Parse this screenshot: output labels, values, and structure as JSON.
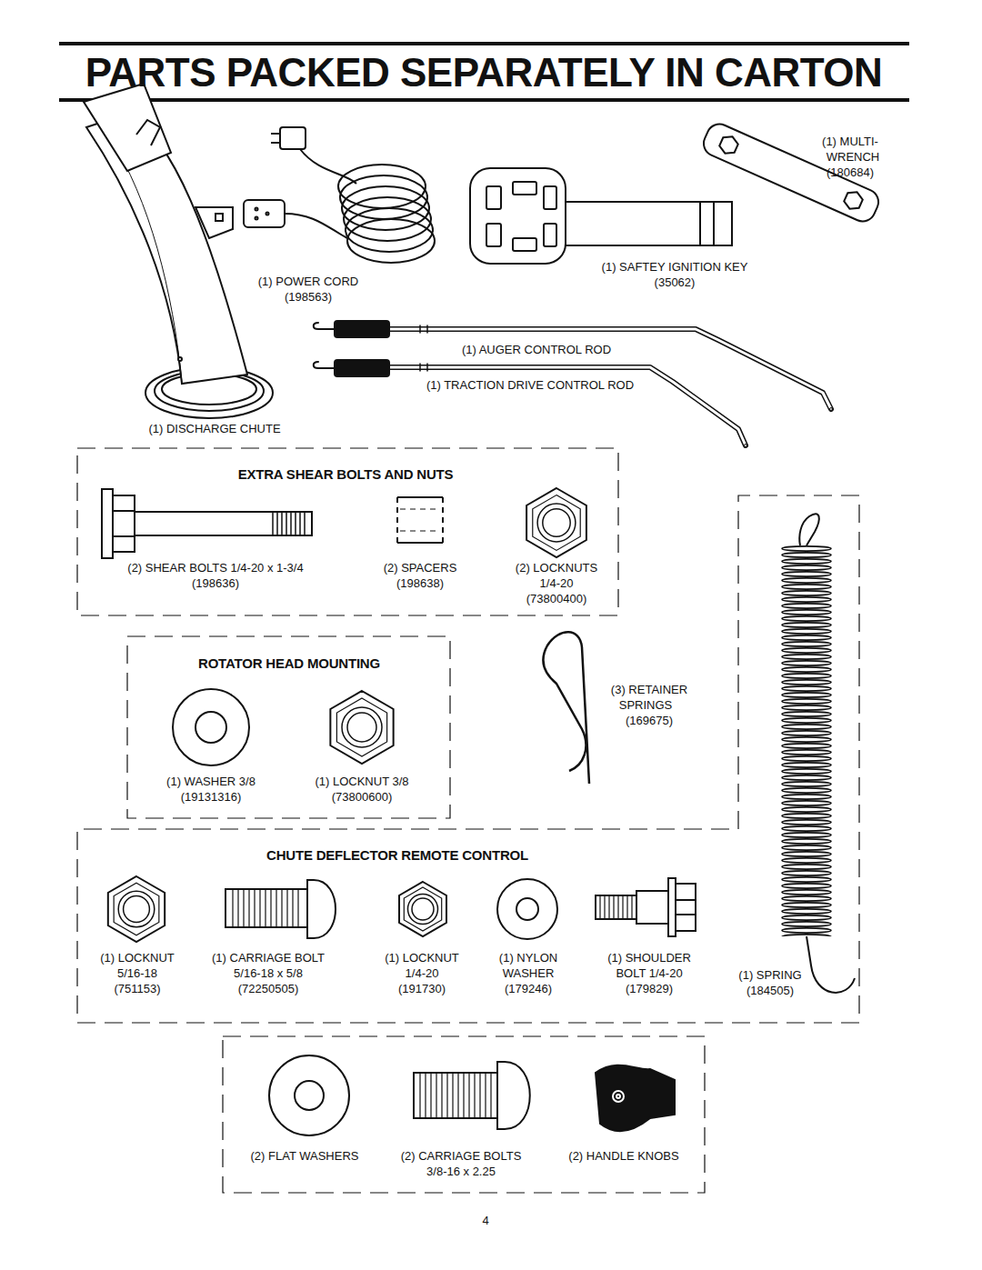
{
  "diagram": {
    "title": "PARTS PACKED SEPARATELY IN CARTON",
    "nodes": [
      {
        "text": [
          "EXTRA SHEAR BOLTS AND NUTS",
          "(2) SHEAR BOLTS 1/4-20 x 1-3/4",
          "(198636)",
          "(2) SPACERS",
          "(198638)",
          "(2) LOCKNUTS",
          "1/4-20",
          "(73800400)"
        ]
      },
      {
        "text": [
          "ROTATOR HEAD MOUNTING",
          "(1) WASHER 3/8",
          "(19131316)",
          "(1) LOCKNUT 3/8",
          "(73800600)"
        ]
      },
      {
        "text": [
          "CHUTE DEFLECTOR REMOTE CONTROL",
          "(1) LOCKNUT",
          "5/16-18",
          "(751153)",
          "(1) CARRIAGE BOLT",
          "5/16-18 x 5/8",
          "(72250505)",
          "(1) LOCKNUT",
          "1/4-20",
          "(191730)",
          "(1) NYLON",
          "WASHER",
          "(179246)",
          "(1) SHOULDER",
          "BOLT 1/4-20",
          "(179829)",
          "(1) SPRING",
          "(184505)"
        ]
      },
      {
        "text": [
          "(2) FLAT WASHERS",
          "(2) CARRIAGE BOLTS",
          "3/8-16 x 2.25",
          "(2) HANDLE KNOBS"
        ]
      }
    ],
    "labels": [
      "(1) MULTI-",
      "WRENCH",
      "(180684)",
      "(1) SAFTEY IGNITION KEY",
      "(35062)",
      "(1) POWER CORD",
      "(198563)",
      "(1) AUGER CONTROL ROD",
      "(1) TRACTION DRIVE CONTROL ROD",
      "(1) DISCHARGE CHUTE",
      "(3) RETAINER",
      "SPRINGS",
      "(169675)",
      "4"
    ]
  }
}
